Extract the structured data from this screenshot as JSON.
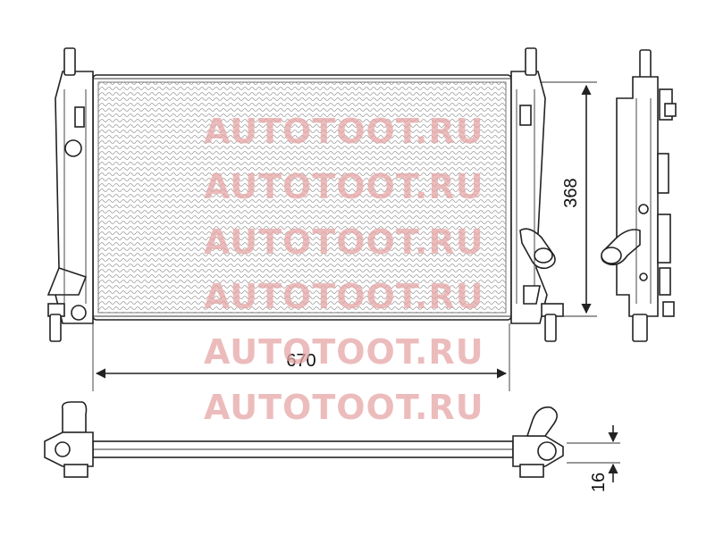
{
  "diagram": {
    "dimensions": {
      "width": "670",
      "height": "368",
      "thickness": "16"
    },
    "watermark": "AUTOTOOT.RU"
  }
}
